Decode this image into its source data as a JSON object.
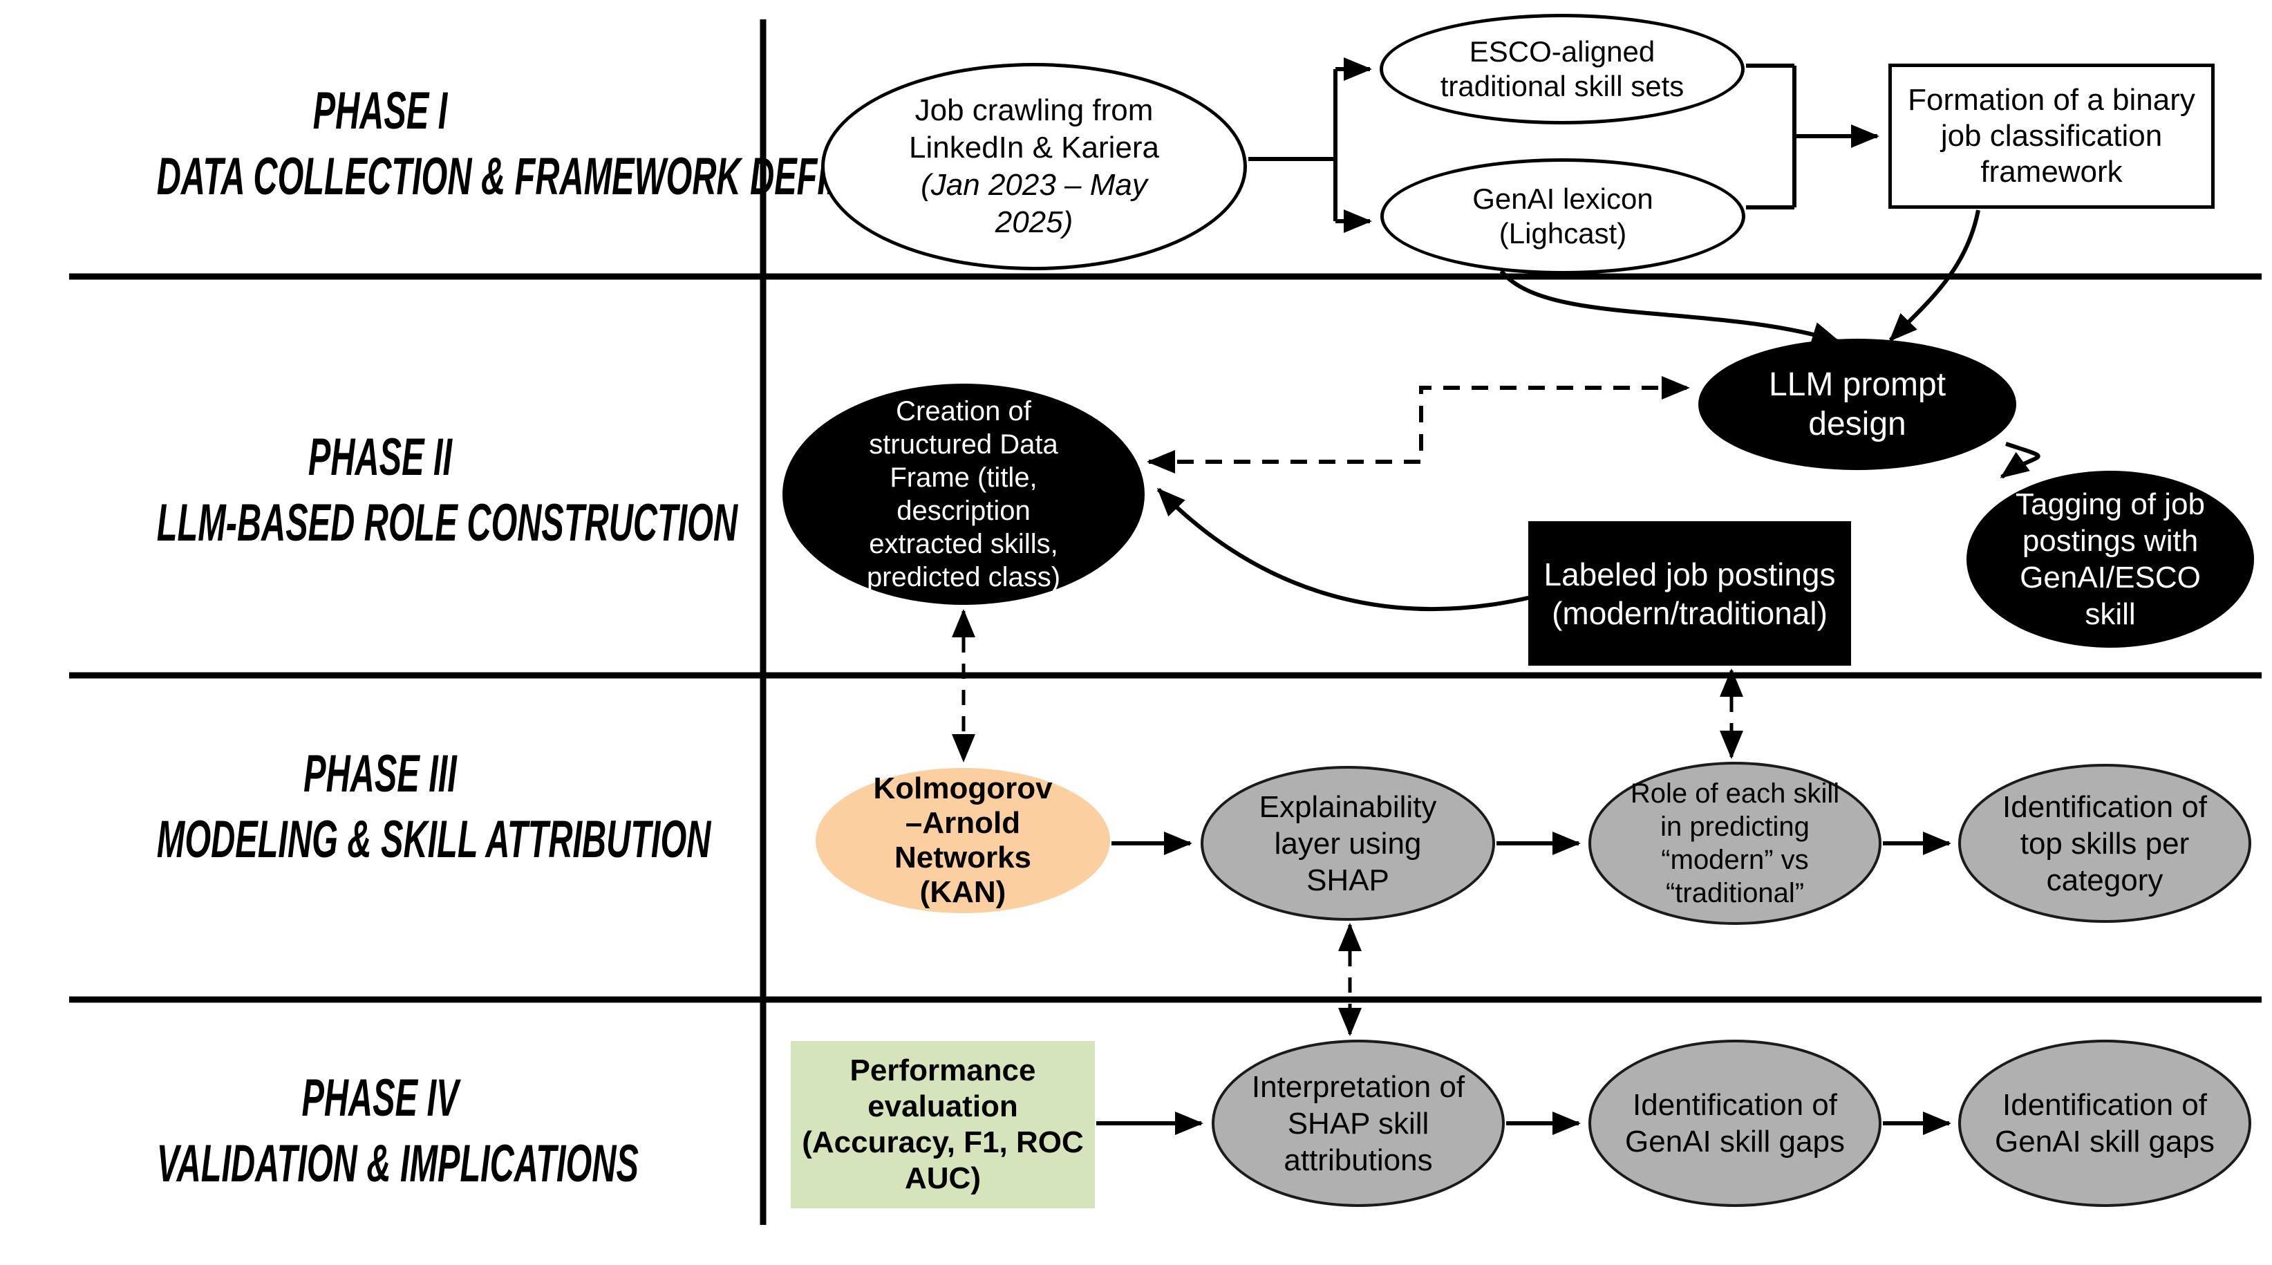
{
  "phases": [
    {
      "name": "PHASE I",
      "subtitle": "DATA COLLECTION & FRAMEWORK DEFINITION"
    },
    {
      "name": "PHASE II",
      "subtitle": "LLM-BASED ROLE CONSTRUCTION"
    },
    {
      "name": "PHASE III",
      "subtitle": "MODELING & SKILL ATTRIBUTION"
    },
    {
      "name": "PHASE IV",
      "subtitle": "VALIDATION & IMPLICATIONS"
    }
  ],
  "nodes": {
    "job_crawling": {
      "text": "Job crawling from LinkedIn & Kariera",
      "date": "(Jan 2023 – May 2025)"
    },
    "esco": {
      "text": "ESCO-aligned traditional skill sets"
    },
    "genai_lexicon": {
      "text": "GenAI lexicon (Lighcast)"
    },
    "formation": {
      "text": "Formation of a binary job classification framework"
    },
    "creation": {
      "text": "Creation of structured Data Frame (title, description extracted skills, predicted class)"
    },
    "llm_prompt": {
      "text": "LLM prompt design"
    },
    "tagging": {
      "text": "Tagging of job postings with GenAI/ESCO skill"
    },
    "labeled": {
      "text": "Labeled job postings (modern/traditional)"
    },
    "kan": {
      "text": "Kolmogorov –Arnold Networks (KAN)"
    },
    "shap": {
      "text": "Explainability layer using SHAP"
    },
    "role": {
      "text": "Role of each skill in predicting “modern” vs “traditional”"
    },
    "top_skills": {
      "text": "Identification of top skills per category"
    },
    "performance": {
      "text": "Performance evaluation (Accuracy, F1, ROC AUC)"
    },
    "interpretation": {
      "text": "Interpretation of SHAP skill attributions"
    },
    "genai_gaps_1": {
      "text": "Identification of GenAI skill gaps"
    },
    "genai_gaps_2": {
      "text": "Identification of GenAI skill gaps"
    }
  },
  "colors": {
    "node_black": "#000000",
    "kan_fill": "#FBCFA0",
    "gray_fill": "#B0B0B0",
    "gray_stroke": "#1b1b1b",
    "green_fill": "#D6E4BC",
    "line": "#000000"
  }
}
